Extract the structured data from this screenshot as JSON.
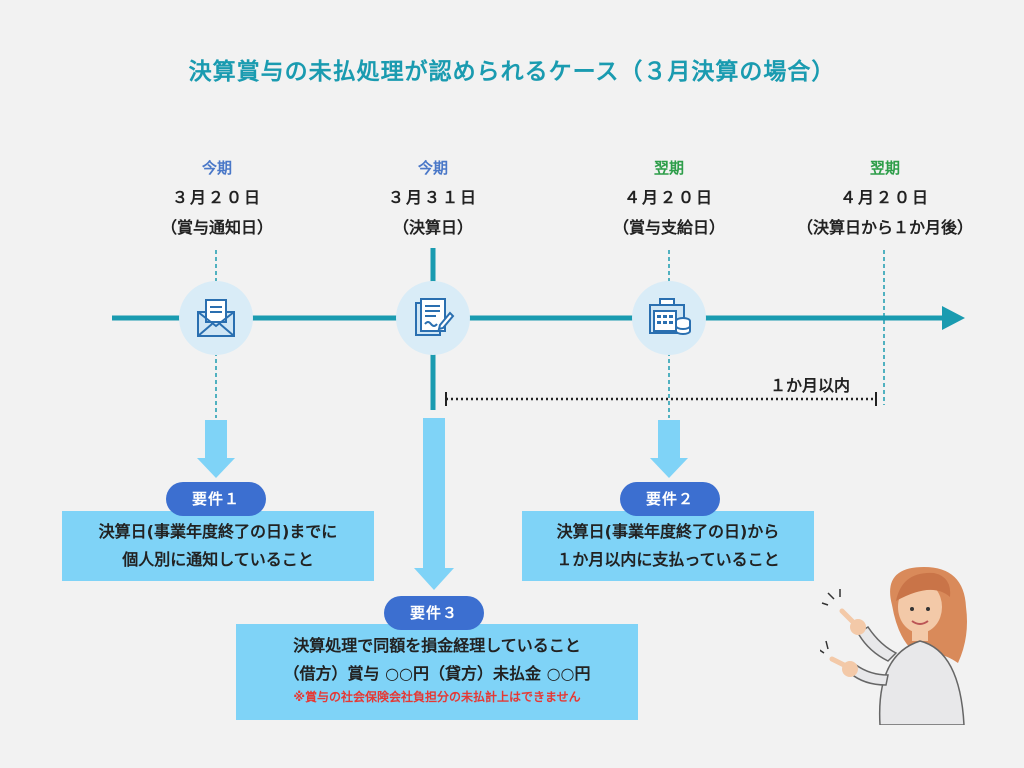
{
  "title": "決算賞与の未払処理が認められるケース（３月決算の場合）",
  "timeline": [
    {
      "period": "今期",
      "date": "３月２０日",
      "note": "（賞与通知日）",
      "period_color": "#4a78c8",
      "icon": "envelope-icon"
    },
    {
      "period": "今期",
      "date": "３月３１日",
      "note": "（決算日）",
      "period_color": "#4a78c8",
      "icon": "document-pen-icon"
    },
    {
      "period": "翌期",
      "date": "４月２０日",
      "note": "（賞与支給日）",
      "period_color": "#2e9e4a",
      "icon": "calculator-coins-icon"
    },
    {
      "period": "翌期",
      "date": "４月２０日",
      "note": "（決算日から１か月後）",
      "period_color": "#2e9e4a"
    }
  ],
  "within_label": "１か月以内",
  "requirements": [
    {
      "badge": "要件１",
      "lines": [
        "決算日(事業年度終了の日)までに",
        "個人別に通知していること"
      ]
    },
    {
      "badge": "要件２",
      "lines": [
        "決算日(事業年度終了の日)から",
        "１か月以内に支払っていること"
      ]
    },
    {
      "badge": "要件３",
      "lines": [
        "決算処理で同額を損金経理していること",
        "（借方）賞与 ○○円（貸方）未払金 ○○円"
      ],
      "warning": "※賞与の社会保険会社負担分の未払計上はできません"
    }
  ],
  "colors": {
    "title": "#1a9bb0",
    "timeline": "#1a9bb0",
    "box": "#7fd3f7",
    "badge": "#3c6fd0",
    "arrow": "#7fd3f7",
    "warning": "#e53935"
  }
}
